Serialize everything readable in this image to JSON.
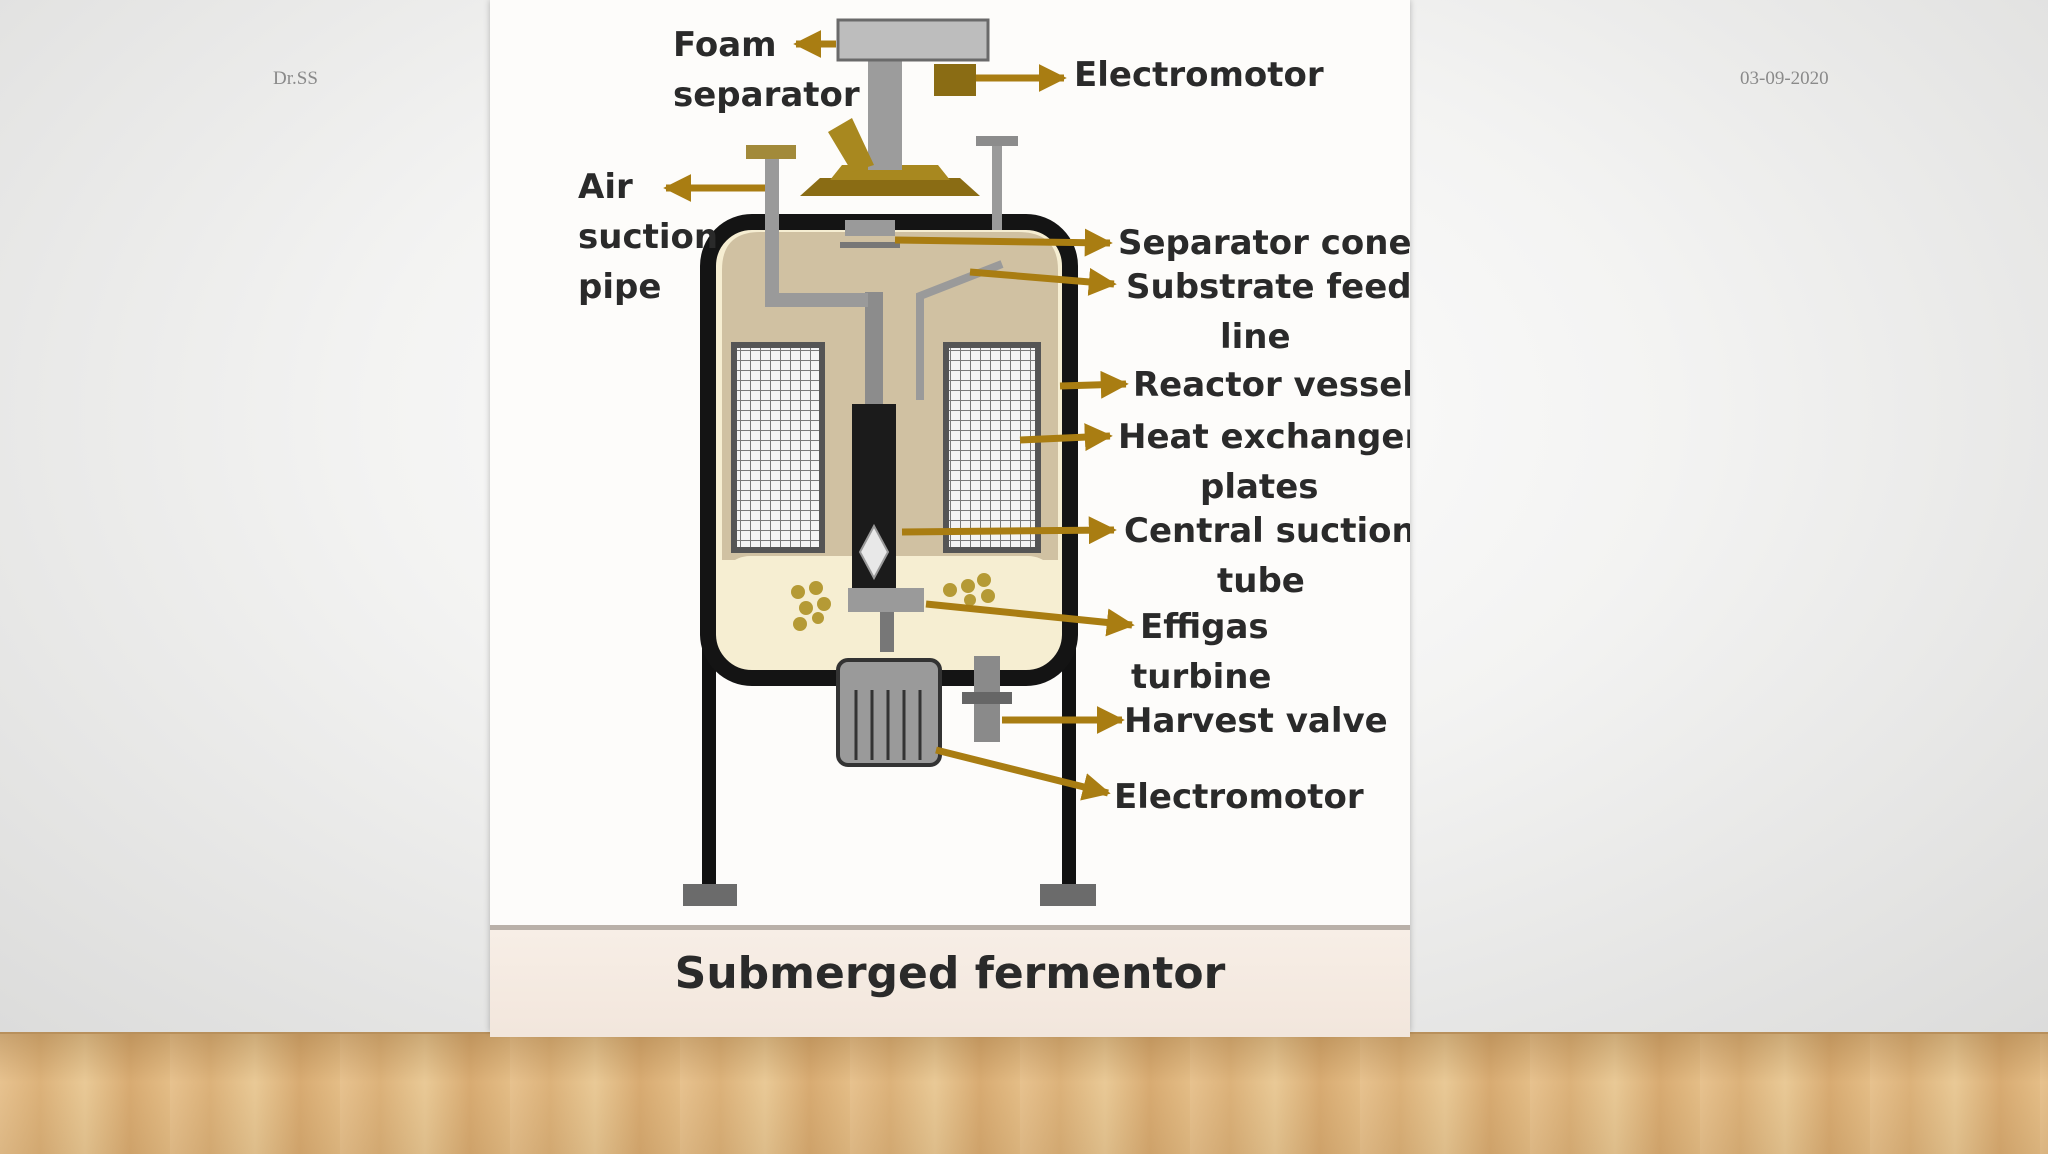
{
  "slide": {
    "footer_left": "Dr.SS",
    "footer_right": "03-09-2020"
  },
  "diagram": {
    "caption": "Submerged fermentor",
    "labels": {
      "foam_1": "Foam",
      "foam_2": "separator",
      "electromotor_top": "Electromotor",
      "air_1": "Air",
      "air_2": "suction",
      "air_3": "pipe",
      "separator_cone": "Separator cone",
      "substrate_1": "Substrate feed",
      "substrate_2": "line",
      "reactor_vessel": "Reactor vessel",
      "heat_1": "Heat exchanger",
      "heat_2": "plates",
      "central_1": "Central suction",
      "central_2": "tube",
      "effigas_1": "Effigas",
      "effigas_2": "turbine",
      "harvest_valve": "Harvest valve",
      "electromotor_bottom": "Electromotor"
    },
    "colors": {
      "arrow": "#a97d12",
      "vessel_outline": "#141414",
      "liquid": "#f6eed2",
      "headspace": "#c9b99a",
      "metal": "#8c8c8c"
    }
  }
}
